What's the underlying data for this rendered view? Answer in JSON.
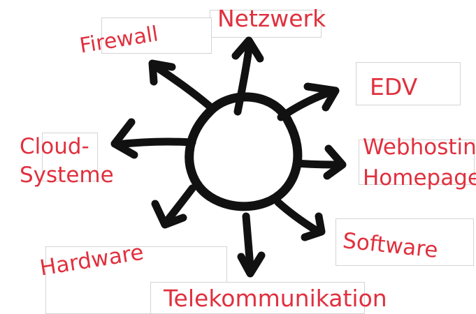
{
  "colors": {
    "ink": "#111111",
    "label": "#e0303e",
    "paper_edge": "#d4d4d4",
    "background": "#ffffff"
  },
  "icons": {
    "center": "hand-drawn-circle",
    "rays": "hand-drawn-arrow"
  },
  "labels": {
    "netzwerk": "Netzwerk",
    "firewall": "Firewall",
    "edv": "EDV",
    "cloud_line1": "Cloud-",
    "cloud_line2": "Systeme",
    "webhosting_line1": "Webhosting",
    "webhosting_line2": "Homepage",
    "software": "Software",
    "hardware": "Hardware",
    "telekommunikation": "Telekommunikation"
  }
}
